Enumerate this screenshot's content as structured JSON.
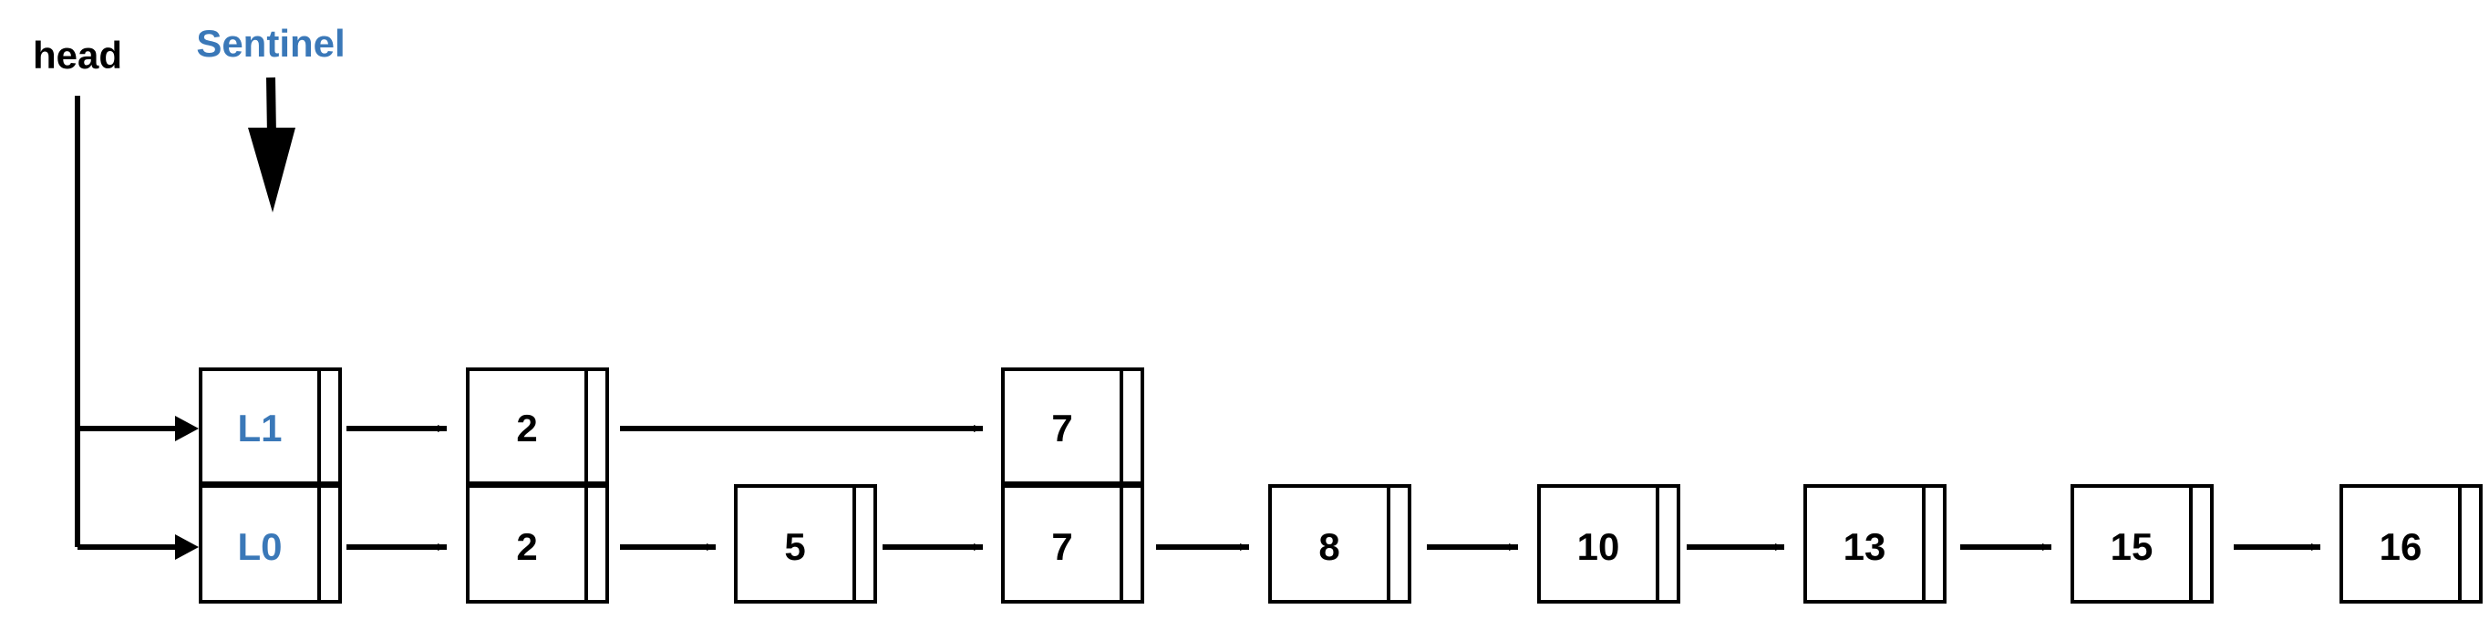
{
  "labels": {
    "head": "head",
    "sentinel": "Sentinel"
  },
  "levels": {
    "L1": {
      "label": "L1",
      "nodes": [
        "2",
        "7"
      ]
    },
    "L0": {
      "label": "L0",
      "nodes": [
        "2",
        "5",
        "7",
        "8",
        "10",
        "13",
        "15",
        "16"
      ]
    }
  },
  "colors": {
    "ink": "#000000",
    "accent": "#3a78b8"
  }
}
